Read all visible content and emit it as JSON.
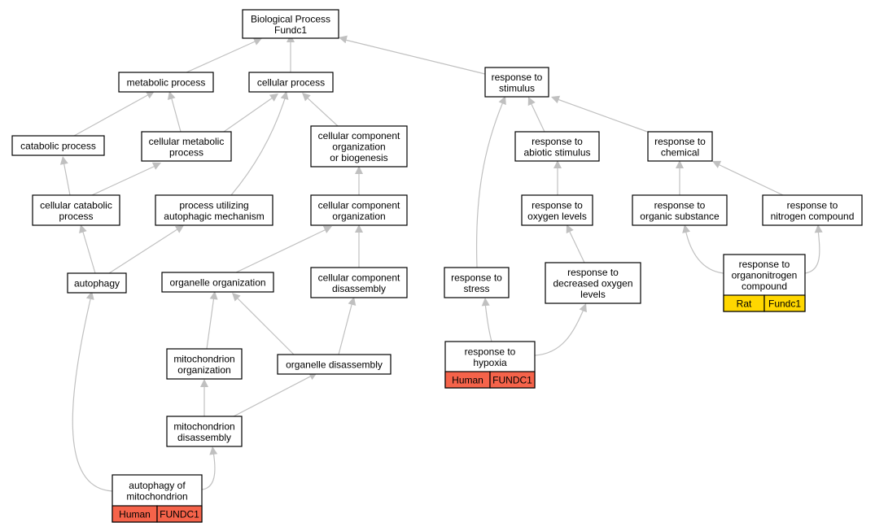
{
  "nodes": {
    "bp": {
      "lines": [
        "Biological Process",
        "Fundc1"
      ]
    },
    "metabolic": {
      "lines": [
        "metabolic process"
      ]
    },
    "cellular": {
      "lines": [
        "cellular process"
      ]
    },
    "stimulus": {
      "lines": [
        "response to",
        "stimulus"
      ]
    },
    "catabolic": {
      "lines": [
        "catabolic process"
      ]
    },
    "cell_metabolic": {
      "lines": [
        "cellular metabolic",
        "process"
      ]
    },
    "ccob": {
      "lines": [
        "cellular component",
        "organization",
        "or biogenesis"
      ]
    },
    "abiotic": {
      "lines": [
        "response to",
        "abiotic stimulus"
      ]
    },
    "chemical": {
      "lines": [
        "response to",
        "chemical"
      ]
    },
    "cell_catabolic": {
      "lines": [
        "cellular catabolic",
        "process"
      ]
    },
    "autophagic_mech": {
      "lines": [
        "process utilizing",
        "autophagic mechanism"
      ]
    },
    "cco": {
      "lines": [
        "cellular component",
        "organization"
      ]
    },
    "oxygen_levels": {
      "lines": [
        "response to",
        "oxygen levels"
      ]
    },
    "organic_sub": {
      "lines": [
        "response to",
        "organic substance"
      ]
    },
    "nitrogen": {
      "lines": [
        "response to",
        "nitrogen compound"
      ]
    },
    "autophagy": {
      "lines": [
        "autophagy"
      ]
    },
    "organelle_org": {
      "lines": [
        "organelle organization"
      ]
    },
    "ccd": {
      "lines": [
        "cellular component",
        "disassembly"
      ]
    },
    "stress": {
      "lines": [
        "response to",
        "stress"
      ]
    },
    "decreased_oxygen": {
      "lines": [
        "response to",
        "decreased oxygen",
        "levels"
      ]
    },
    "organonitrogen": {
      "lines": [
        "response to",
        "organonitrogen",
        "compound"
      ],
      "tag": {
        "species": "Rat",
        "gene": "Fundc1",
        "color": "#ffd700"
      }
    },
    "mito_org": {
      "lines": [
        "mitochondrion",
        "organization"
      ]
    },
    "organelle_dis": {
      "lines": [
        "organelle disassembly"
      ]
    },
    "hypoxia": {
      "lines": [
        "response to",
        "hypoxia"
      ],
      "tag": {
        "species": "Human",
        "gene": "FUNDC1",
        "color": "#f5634a"
      }
    },
    "mito_dis": {
      "lines": [
        "mitochondrion",
        "disassembly"
      ]
    },
    "mitophagy": {
      "lines": [
        "autophagy of",
        "mitochondrion"
      ],
      "tag": {
        "species": "Human",
        "gene": "FUNDC1",
        "color": "#f5634a"
      }
    }
  },
  "colors": {
    "edge": "#c0c0c0",
    "human_tag": "#f5634a",
    "rat_tag": "#ffd700"
  }
}
